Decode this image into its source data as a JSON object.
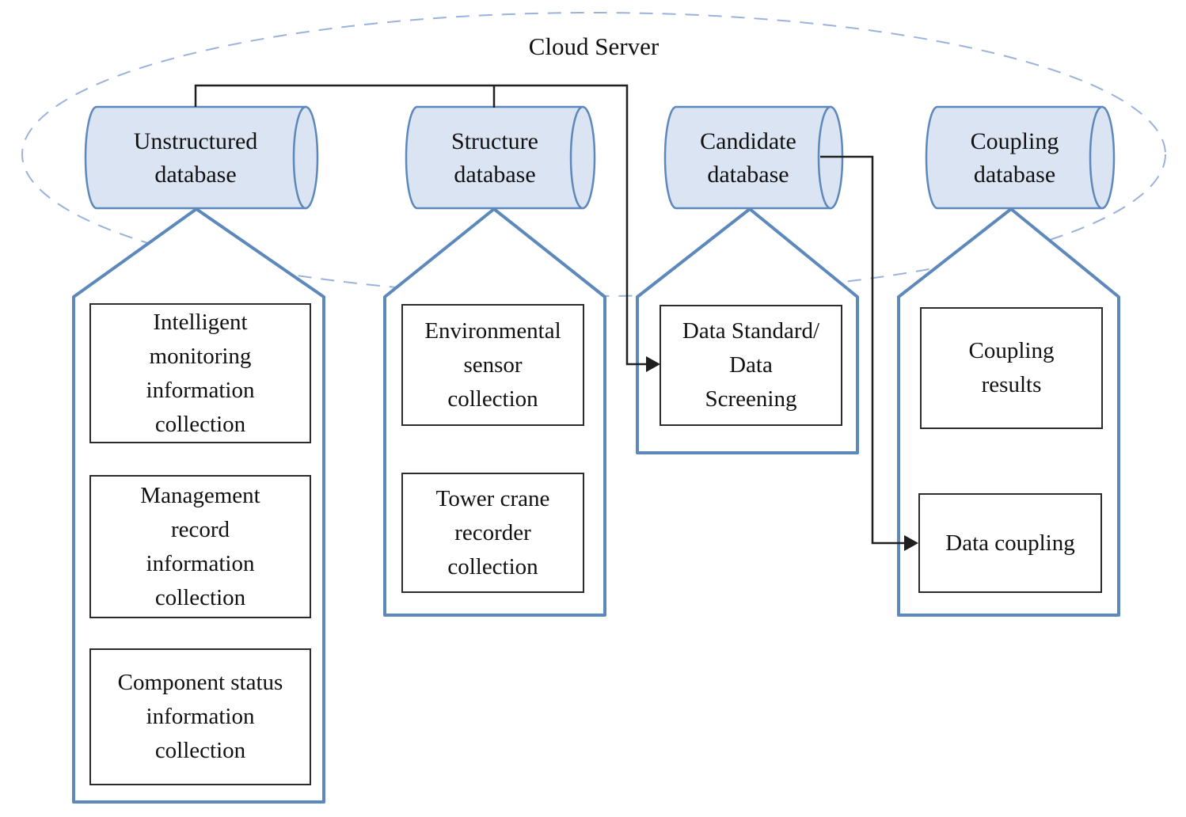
{
  "title": "Cloud Server",
  "colors": {
    "shape_fill": "#dbe4f2",
    "shape_stroke": "#5c88bb",
    "ellipse_stroke": "#9ab2dc",
    "connector": "#1f1f1f",
    "text": "#111111",
    "background": "#ffffff"
  },
  "databases": [
    {
      "name": "unstructured-database",
      "label": "Unstructured\ndatabase",
      "items": [
        "Intelligent\nmonitoring\ninformation\ncollection",
        "Management\nrecord\ninformation\ncollection",
        "Component status\ninformation\ncollection"
      ]
    },
    {
      "name": "structure-database",
      "label": "Structure\ndatabase",
      "items": [
        "Environmental\nsensor\ncollection",
        "Tower crane\nrecorder\ncollection"
      ]
    },
    {
      "name": "candidate-database",
      "label": "Candidate\ndatabase",
      "items": [
        "Data Standard/\nData\nScreening"
      ]
    },
    {
      "name": "coupling-database",
      "label": "Coupling\ndatabase",
      "items": [
        "Coupling\nresults",
        "Data coupling"
      ]
    }
  ],
  "connections": [
    {
      "from": "Cloud Server bus",
      "to": "Unstructured database",
      "arrow": false
    },
    {
      "from": "Cloud Server bus",
      "to": "Structure database",
      "arrow": false
    },
    {
      "from": "Cloud Server bus",
      "to": "Data Standard/ Data Screening",
      "arrow": true
    },
    {
      "from": "Candidate database",
      "to": "Data coupling",
      "arrow": true
    }
  ]
}
